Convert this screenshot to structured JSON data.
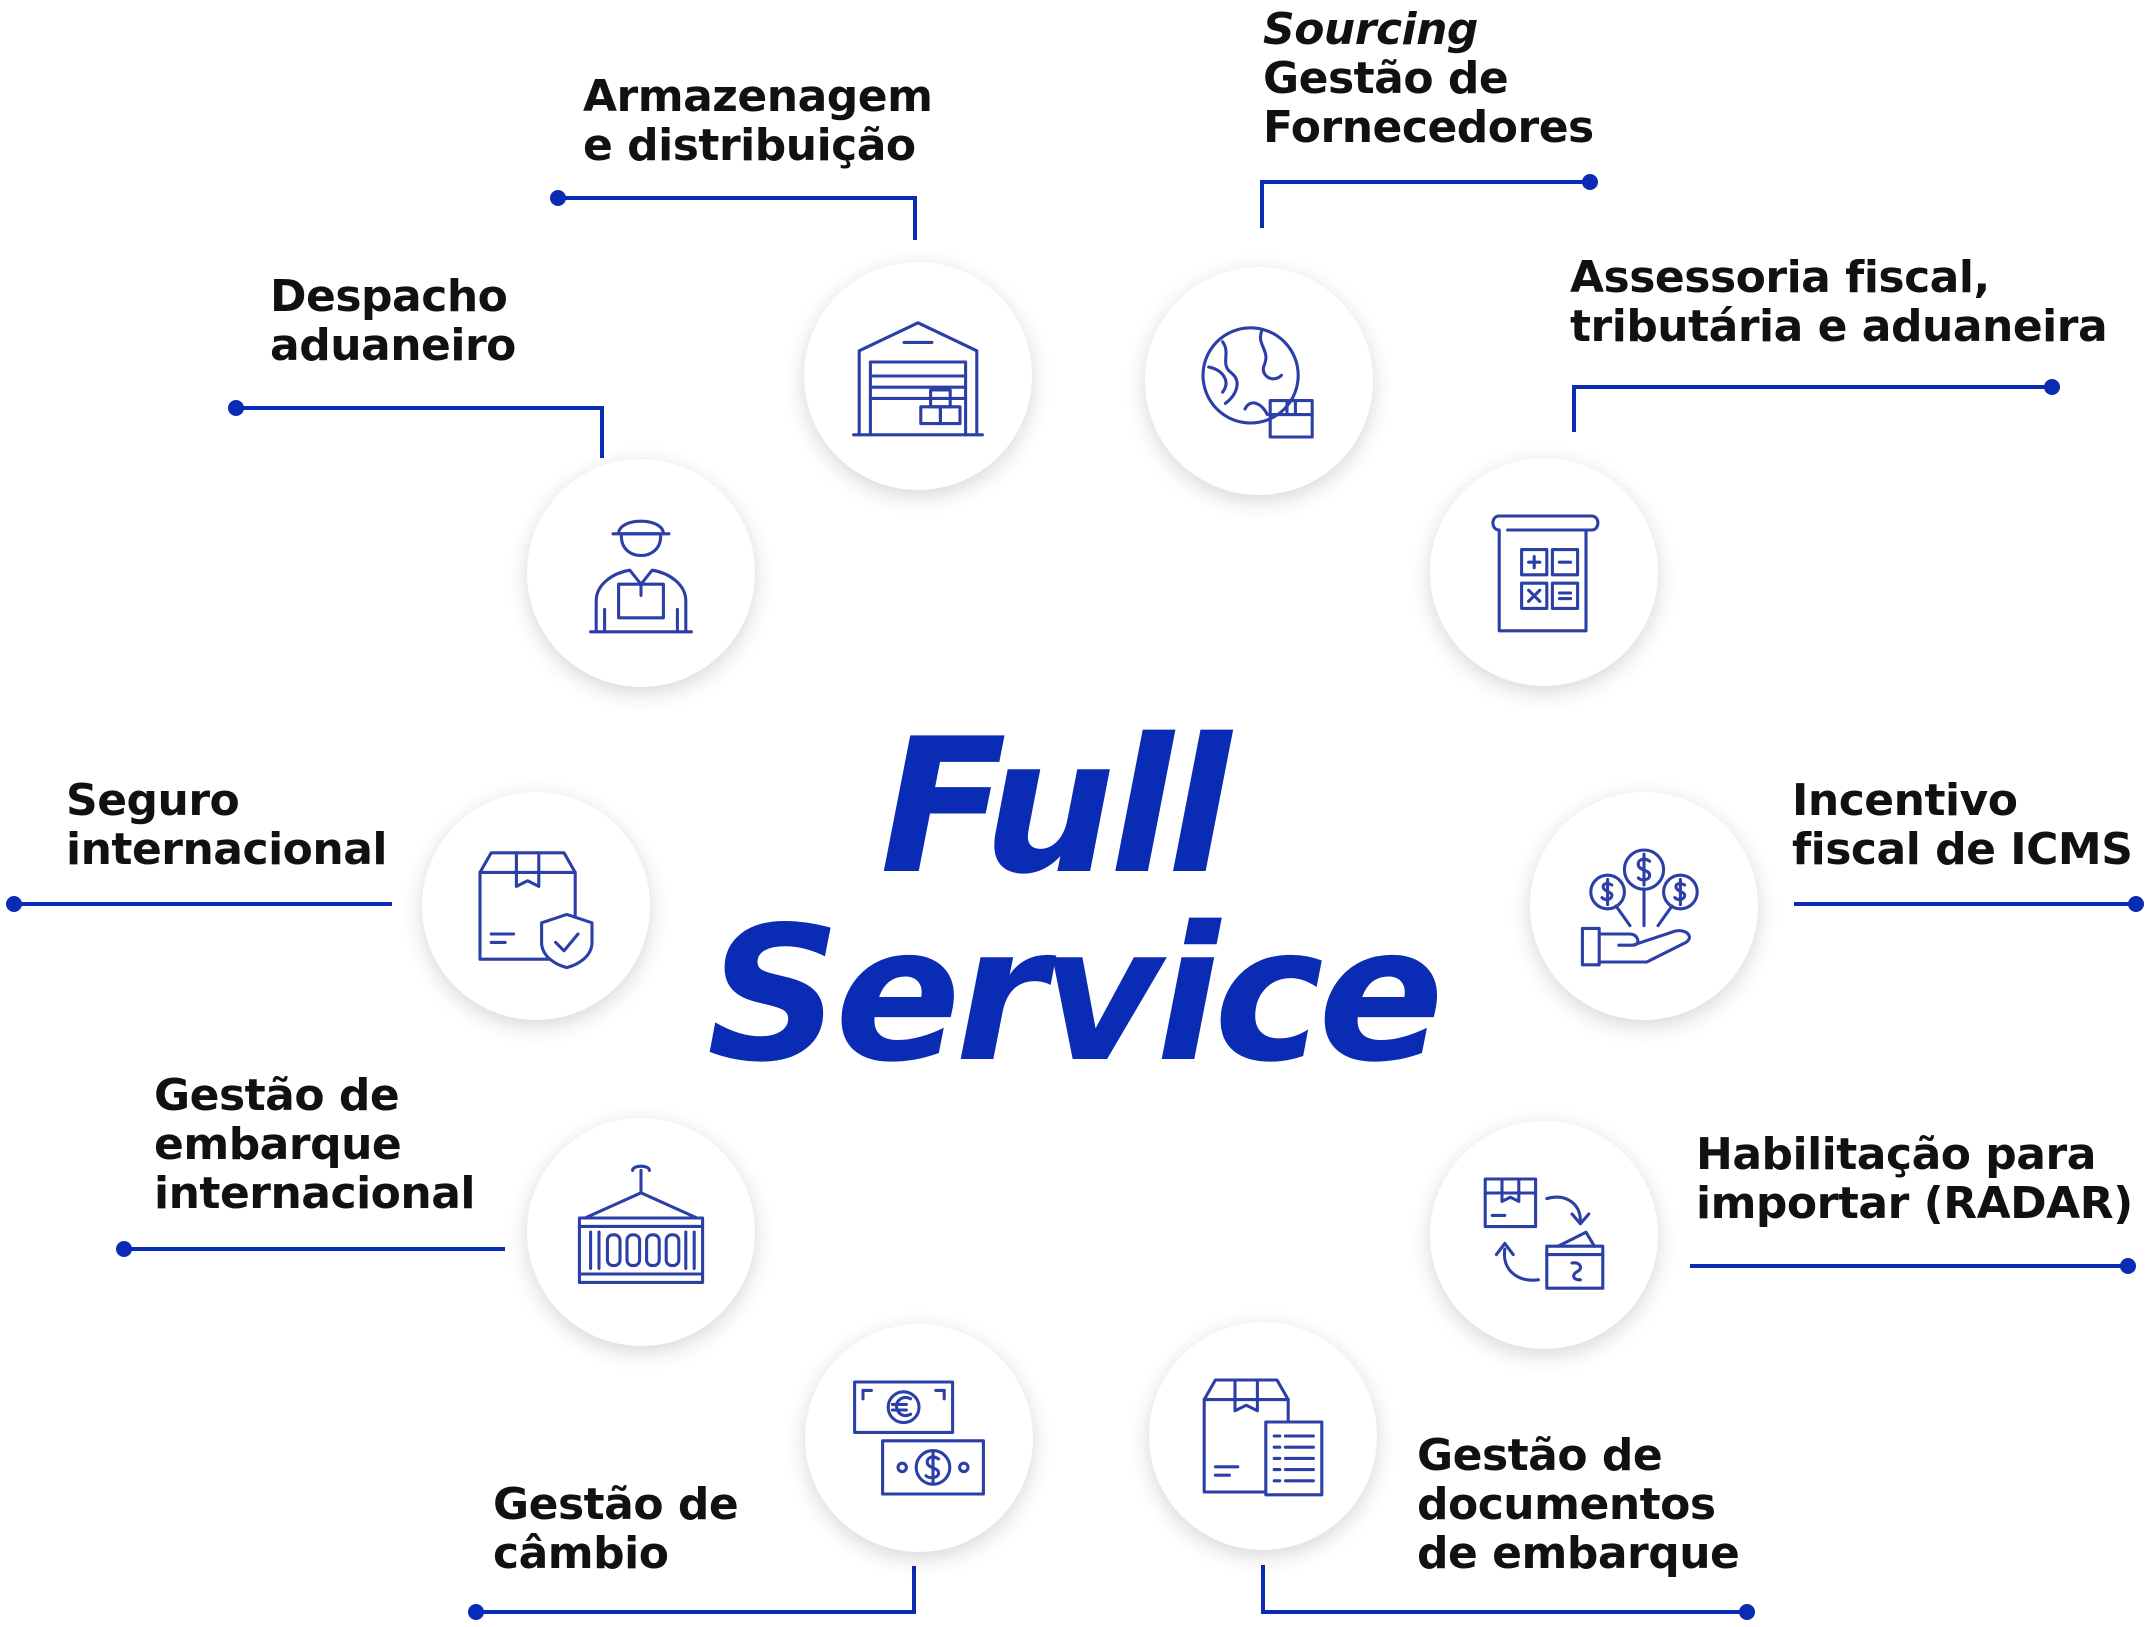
{
  "title": {
    "line1": "Full",
    "line2": "Service"
  },
  "colors": {
    "accent": "#0a2bb3",
    "icon_stroke": "#2b3fa6",
    "text": "#111111"
  },
  "services": [
    {
      "icon": "warehouse-icon",
      "lines": [
        "Armazenagem",
        "e distribuição"
      ]
    },
    {
      "icon": "globe-package-icon",
      "lines": [
        "Sourcing",
        "Gestão de",
        "Fornecedores"
      ]
    },
    {
      "icon": "customs-agent-icon",
      "lines": [
        "Despacho",
        "aduaneiro"
      ]
    },
    {
      "icon": "calculator-icon",
      "lines": [
        "Assessoria fiscal,",
        "tributária e aduaneira"
      ]
    },
    {
      "icon": "insured-box-icon",
      "lines": [
        "Seguro",
        "internacional"
      ]
    },
    {
      "icon": "money-hand-icon",
      "lines": [
        "Incentivo",
        "fiscal de ICMS"
      ]
    },
    {
      "icon": "container-icon",
      "lines": [
        "Gestão de",
        "embarque",
        "internacional"
      ]
    },
    {
      "icon": "box-exchange-icon",
      "lines": [
        "Habilitação para",
        "importar (RADAR)"
      ]
    },
    {
      "icon": "currency-exchange-icon",
      "lines": [
        "Gestão de",
        "câmbio"
      ]
    },
    {
      "icon": "box-document-icon",
      "lines": [
        "Gestão de",
        "documentos",
        "de embarque"
      ]
    }
  ]
}
